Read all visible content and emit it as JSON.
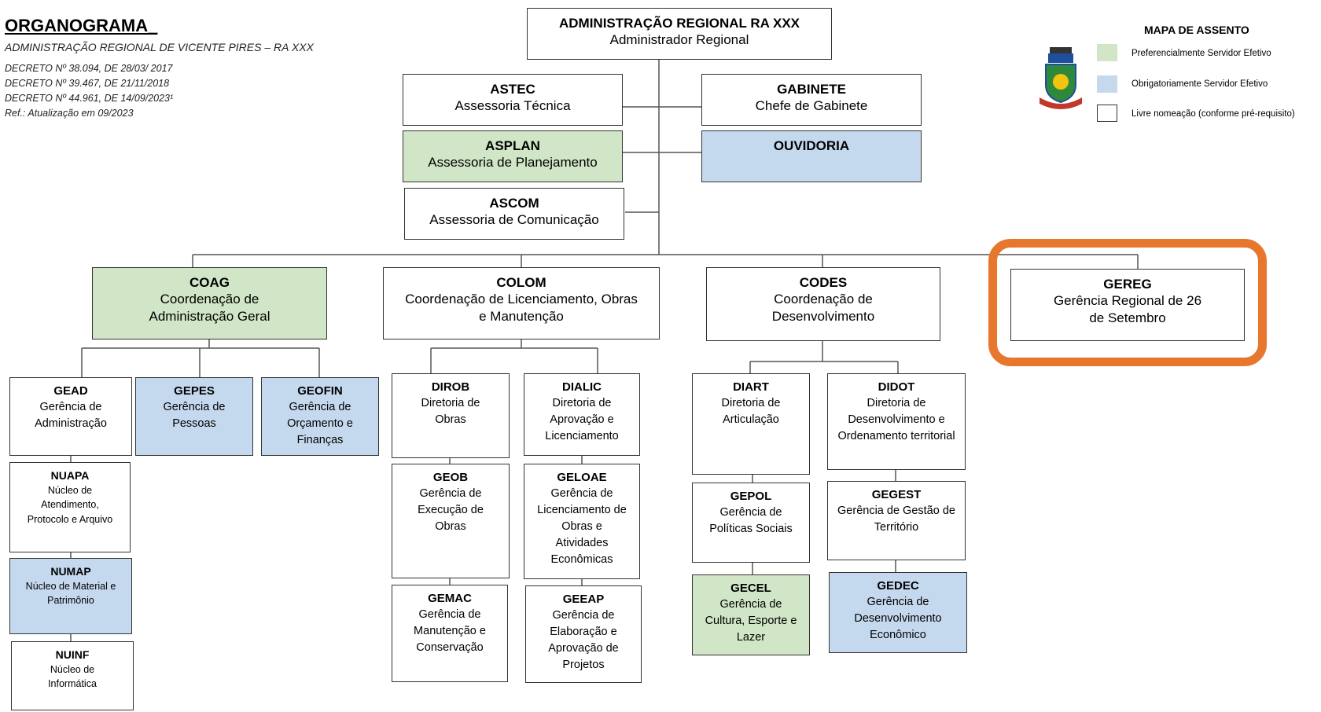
{
  "header": {
    "title": "ORGANOGRAMA_",
    "subtitle": "ADMINISTRAÇÃO REGIONAL DE VICENTE PIRES – RA XXX",
    "decrees": [
      "DECRETO Nº 38.094, DE 28/03/ 2017",
      "DECRETO Nº 39.467, DE 21/11/2018",
      "DECRETO Nº 44.961, DE 14/09/2023¹",
      "Ref.: Atualização em 09/2023"
    ]
  },
  "legend": {
    "title": "MAPA DE ASSENTO",
    "items": [
      {
        "color": "#d0e6c6",
        "label": "Preferencialmente Servidor Efetivo"
      },
      {
        "color": "#c5d9ee",
        "label": "Obrigatoriamente Servidor Efetivo"
      },
      {
        "color": "#ffffff",
        "label": "Livre nomeação (conforme pré-requisito)"
      }
    ]
  },
  "colors": {
    "green": "#d0e6c6",
    "blue": "#c5d9ee",
    "white": "#ffffff",
    "highlight": "#e8772e",
    "line": "#555555"
  },
  "logo": {
    "icon": "coat-of-arms-icon"
  },
  "units": {
    "ra": {
      "abbr": "ADMINISTRAÇÃO REGIONAL RA XXX",
      "desc": "Administrador Regional",
      "color": "white"
    },
    "astec": {
      "abbr": "ASTEC",
      "desc": "Assessoria Técnica",
      "color": "white"
    },
    "gabinete": {
      "abbr": "GABINETE",
      "desc": "Chefe de Gabinete",
      "color": "white"
    },
    "asplan": {
      "abbr": "ASPLAN",
      "desc": "Assessoria de Planejamento",
      "color": "green"
    },
    "ouvidoria": {
      "abbr": "OUVIDORIA",
      "desc": "",
      "color": "blue"
    },
    "ascom": {
      "abbr": "ASCOM",
      "desc": "Assessoria de Comunicação",
      "color": "white"
    },
    "coag": {
      "abbr": "COAG",
      "desc": "Coordenação de Administração Geral",
      "color": "green"
    },
    "colom": {
      "abbr": "COLOM",
      "desc": "Coordenação de Licenciamento, Obras e Manutenção",
      "color": "white"
    },
    "codes": {
      "abbr": "CODES",
      "desc": "Coordenação de Desenvolvimento",
      "color": "white"
    },
    "gereg": {
      "abbr": "GEREG",
      "desc": "Gerência Regional de 26 de Setembro",
      "color": "white"
    },
    "gead": {
      "abbr": "GEAD",
      "desc": "Gerência de Administração",
      "color": "white"
    },
    "gepes": {
      "abbr": "GEPES",
      "desc": "Gerência de Pessoas",
      "color": "blue"
    },
    "geofin": {
      "abbr": "GEOFIN",
      "desc": "Gerência de Orçamento e Finanças",
      "color": "blue"
    },
    "nuapa": {
      "abbr": "NUAPA",
      "desc": "Núcleo de Atendimento, Protocolo e Arquivo",
      "color": "white"
    },
    "numap": {
      "abbr": "NUMAP",
      "desc": "Núcleo de Material e Patrimônio",
      "color": "blue"
    },
    "nuinf": {
      "abbr": "NUINF",
      "desc": "Núcleo de Informática",
      "color": "white"
    },
    "dirob": {
      "abbr": "DIROB",
      "desc": "Diretoria de Obras",
      "color": "white"
    },
    "dialic": {
      "abbr": "DIALIC",
      "desc": "Diretoria de Aprovação e Licenciamento",
      "color": "white"
    },
    "geob": {
      "abbr": "GEOB",
      "desc": "Gerência de Execução de Obras",
      "color": "white"
    },
    "geloae": {
      "abbr": "GELOAE",
      "desc": "Gerência de Licenciamento de Obras e Atividades Econômicas",
      "color": "white"
    },
    "gemac": {
      "abbr": "GEMAC",
      "desc": "Gerência de Manutenção e Conservação",
      "color": "white"
    },
    "geeap": {
      "abbr": "GEEAP",
      "desc": "Gerência de Elaboração e Aprovação de Projetos",
      "color": "white"
    },
    "diart": {
      "abbr": "DIART",
      "desc": "Diretoria de Articulação",
      "color": "white"
    },
    "didot": {
      "abbr": "DIDOT",
      "desc": "Diretoria de Desenvolvimento e Ordenamento territorial",
      "color": "white"
    },
    "gepol": {
      "abbr": "GEPOL",
      "desc": "Gerência de Políticas Sociais",
      "color": "white"
    },
    "gegest": {
      "abbr": "GEGEST",
      "desc": "Gerência de Gestão de Território",
      "color": "white"
    },
    "gecel": {
      "abbr": "GECEL",
      "desc": "Gerência de Cultura, Esporte e Lazer",
      "color": "green"
    },
    "gedec": {
      "abbr": "GEDEC",
      "desc": "Gerência de Desenvolvimento Econômico",
      "color": "blue"
    }
  }
}
